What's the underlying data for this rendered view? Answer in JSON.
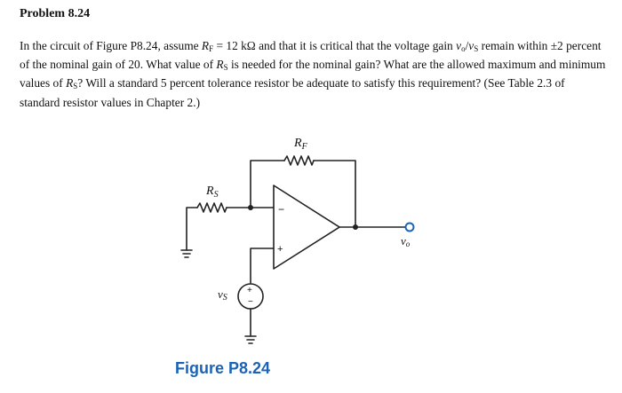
{
  "problem": {
    "title": "Problem 8.24",
    "text_1": "In the circuit of Figure P8.24, assume ",
    "rf_symbol": "R",
    "rf_sub": "F",
    "text_2": " = 12 kΩ and that it is critical that the voltage gain ",
    "vo_symbol": "v",
    "vo_sub": "o",
    "slash": "/",
    "vs_symbol": "v",
    "vs_sub": "S",
    "text_3": " remain within ±2 percent of the nominal gain of 20. What value of ",
    "rs_symbol": "R",
    "rs_sub": "S",
    "text_4": " is needed for the nominal gain? What are the allowed maximum and minimum values of ",
    "rs2_symbol": "R",
    "rs2_sub": "S",
    "text_5": "? Will a standard 5 percent tolerance resistor be adequate to satisfy this requirement? (See Table 2.3 of standard resistor values in Chapter 2.)"
  },
  "circuit": {
    "rf_label": "R",
    "rf_label_sub": "F",
    "rs_label": "R",
    "rs_label_sub": "S",
    "vs_label": "v",
    "vs_label_sub": "S",
    "vo_label": "v",
    "vo_label_sub": "o",
    "inverting_sign": "−",
    "noninverting_sign": "+",
    "source_plus": "+",
    "source_minus": "−"
  },
  "figure": {
    "caption": "Figure P8.24"
  },
  "colors": {
    "wire": "#222222",
    "terminal": "#1a63b8",
    "caption": "#1a63b8"
  }
}
